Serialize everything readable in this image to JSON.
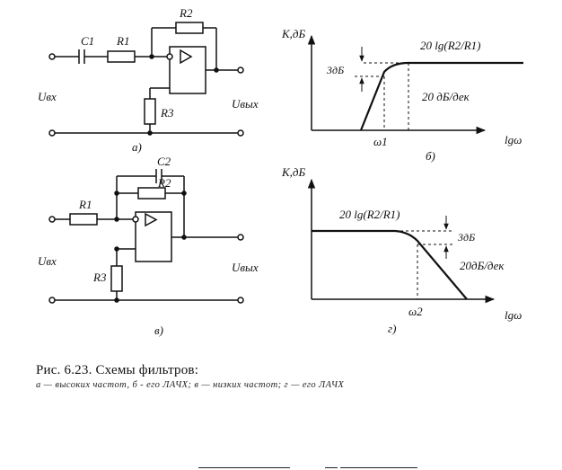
{
  "circuit_a": {
    "c1": "C1",
    "r1": "R1",
    "r2": "R2",
    "r3": "R3",
    "uin": "Uвх",
    "uout": "Uвых",
    "tag": "а)"
  },
  "circuit_v": {
    "c2": "C2",
    "r1": "R1",
    "r2": "R2",
    "r3": "R3",
    "uin": "Uвх",
    "uout": "Uвых",
    "tag": "в)"
  },
  "graph_b": {
    "ylabel": "К,дБ",
    "xlabel": "lgω",
    "formula": "20 lg(R2/R1)",
    "db3": "3дБ",
    "slope": "20 дБ/дек",
    "omega": "ω1",
    "tag": "б)"
  },
  "graph_g": {
    "ylabel": "К,дБ",
    "xlabel": "lgω",
    "formula": "20 lg(R2/R1)",
    "db3": "3дБ",
    "slope": "20дБ/дек",
    "omega": "ω2",
    "tag": "г)"
  },
  "caption": {
    "title": "Рис. 6.23. Схемы фильтров:",
    "sub": "а — высоких частот, б - его ЛАЧХ; в — низких частот; г — его ЛАЧХ"
  }
}
